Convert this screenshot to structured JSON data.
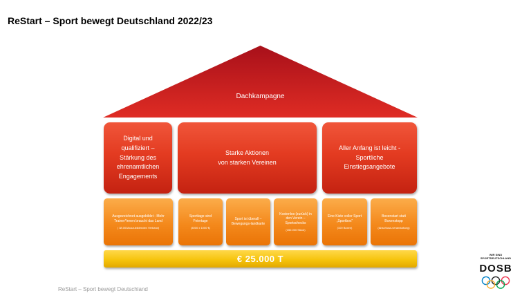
{
  "slide": {
    "title": "ReStart – Sport bewegt Deutschland  2022/23",
    "footer": "ReStart – Sport bewegt Deutschland"
  },
  "roof": {
    "label": "Dachkampagne"
  },
  "pillars": [
    {
      "lines": [
        "Digital und",
        "qualifiziert –",
        "Stärkung des",
        "ehrenamtlichen",
        "Engagements"
      ]
    },
    {
      "lines": [
        "Starke Aktionen",
        "von starken Vereinen"
      ]
    },
    {
      "lines": [
        "Aller Anfang ist leicht -",
        "Sportliche",
        "Einstiegsangebote"
      ]
    }
  ],
  "boxes": [
    {
      "lines": [
        "Ausgezeichnet ausgebildet - Mehr",
        "Trainer*innen braucht das Land"
      ],
      "sub": "( 38.000Auszubildenden  Verband)"
    },
    {
      "lines": [
        "Sporttage sind",
        "Feiertage"
      ],
      "sub": "(4000  x 1000 €)"
    },
    {
      "lines": [
        "Sport ist überall –",
        "Bewegungs-landkarte"
      ],
      "sub": ""
    },
    {
      "lines": [
        "Kostenlos (zurück) in",
        "den Verein –",
        "Sportschecks"
      ],
      "sub": "(150.000  Stück)"
    },
    {
      "lines": [
        "Eine Kiste voller Sport",
        "„Sportbox\""
      ],
      "sub": "(100 Boxen)"
    },
    {
      "lines": [
        "Boxenstart statt",
        "Boxenstopp"
      ],
      "sub": "(Abschluss-veranstaltung)"
    }
  ],
  "base": {
    "label": "€ 25.000 T"
  },
  "logo": {
    "tagline_1": "WIR SIND",
    "tagline_2": "SPORTDEUTSCHLAND",
    "wordmark": "DOSB",
    "ring_colors": [
      "#0081c8",
      "#222222",
      "#ee334e",
      "#fcb131",
      "#00a651"
    ]
  },
  "colors": {
    "roof_top": "#b3121c",
    "roof_bottom": "#dc2a23",
    "pillar": "#e33b21",
    "box": "#f4891c",
    "base": "#f6c40d"
  }
}
